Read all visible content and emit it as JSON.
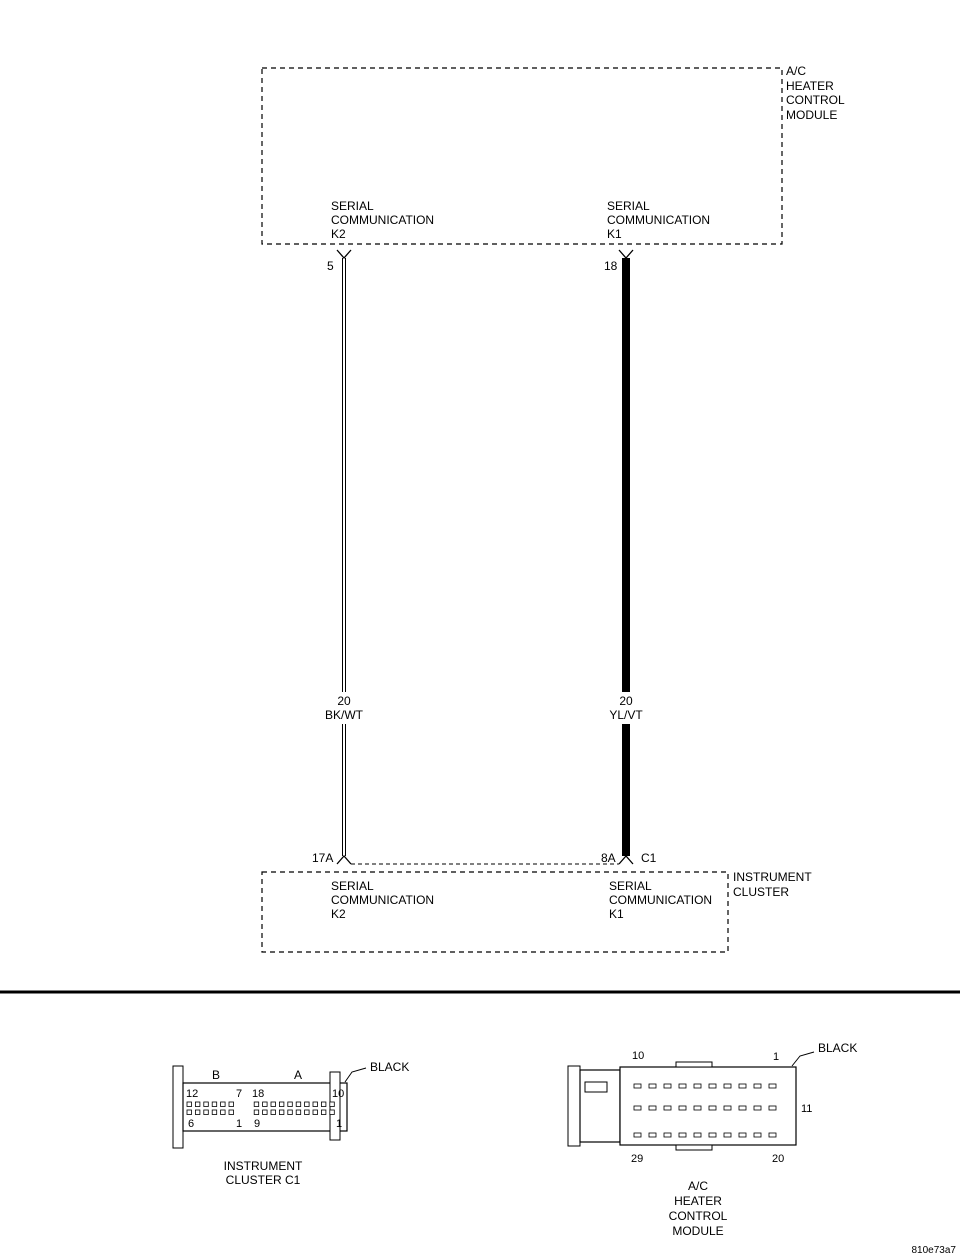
{
  "top_module": {
    "name_lines": [
      "A/C",
      "HEATER",
      "CONTROL",
      "MODULE"
    ],
    "k2": {
      "lines": [
        "SERIAL",
        "COMMUNICATION",
        "K2"
      ],
      "pin": "5"
    },
    "k1": {
      "lines": [
        "SERIAL",
        "COMMUNICATION",
        "K1"
      ],
      "pin": "18"
    }
  },
  "wires": {
    "left": {
      "gauge": "20",
      "color": "BK/WT"
    },
    "right": {
      "gauge": "20",
      "color": "YL/VT"
    }
  },
  "bottom_module": {
    "name_lines": [
      "INSTRUMENT",
      "CLUSTER"
    ],
    "k2": {
      "lines": [
        "SERIAL",
        "COMMUNICATION",
        "K2"
      ],
      "pin": "17A"
    },
    "k1": {
      "lines": [
        "SERIAL",
        "COMMUNICATION",
        "K1"
      ],
      "pin": "8A"
    },
    "connector": "C1"
  },
  "connector_left": {
    "color_label": "BLACK",
    "name_lines": [
      "INSTRUMENT",
      "CLUSTER C1"
    ],
    "section_b": "B",
    "section_a": "A",
    "pin_labels": {
      "top_left": "12",
      "top_mid1": "7",
      "top_mid2": "18",
      "top_right": "10",
      "bot_left": "6",
      "bot_mid1": "1",
      "bot_mid2": "9",
      "bot_right": "1"
    }
  },
  "connector_right": {
    "color_label": "BLACK",
    "name_lines": [
      "A/C",
      "HEATER",
      "CONTROL",
      "MODULE"
    ],
    "pin_labels": {
      "top_left": "10",
      "top_right": "1",
      "mid_right": "11",
      "bot_left": "29",
      "bot_right": "20"
    }
  },
  "figure_id": "810e73a7"
}
